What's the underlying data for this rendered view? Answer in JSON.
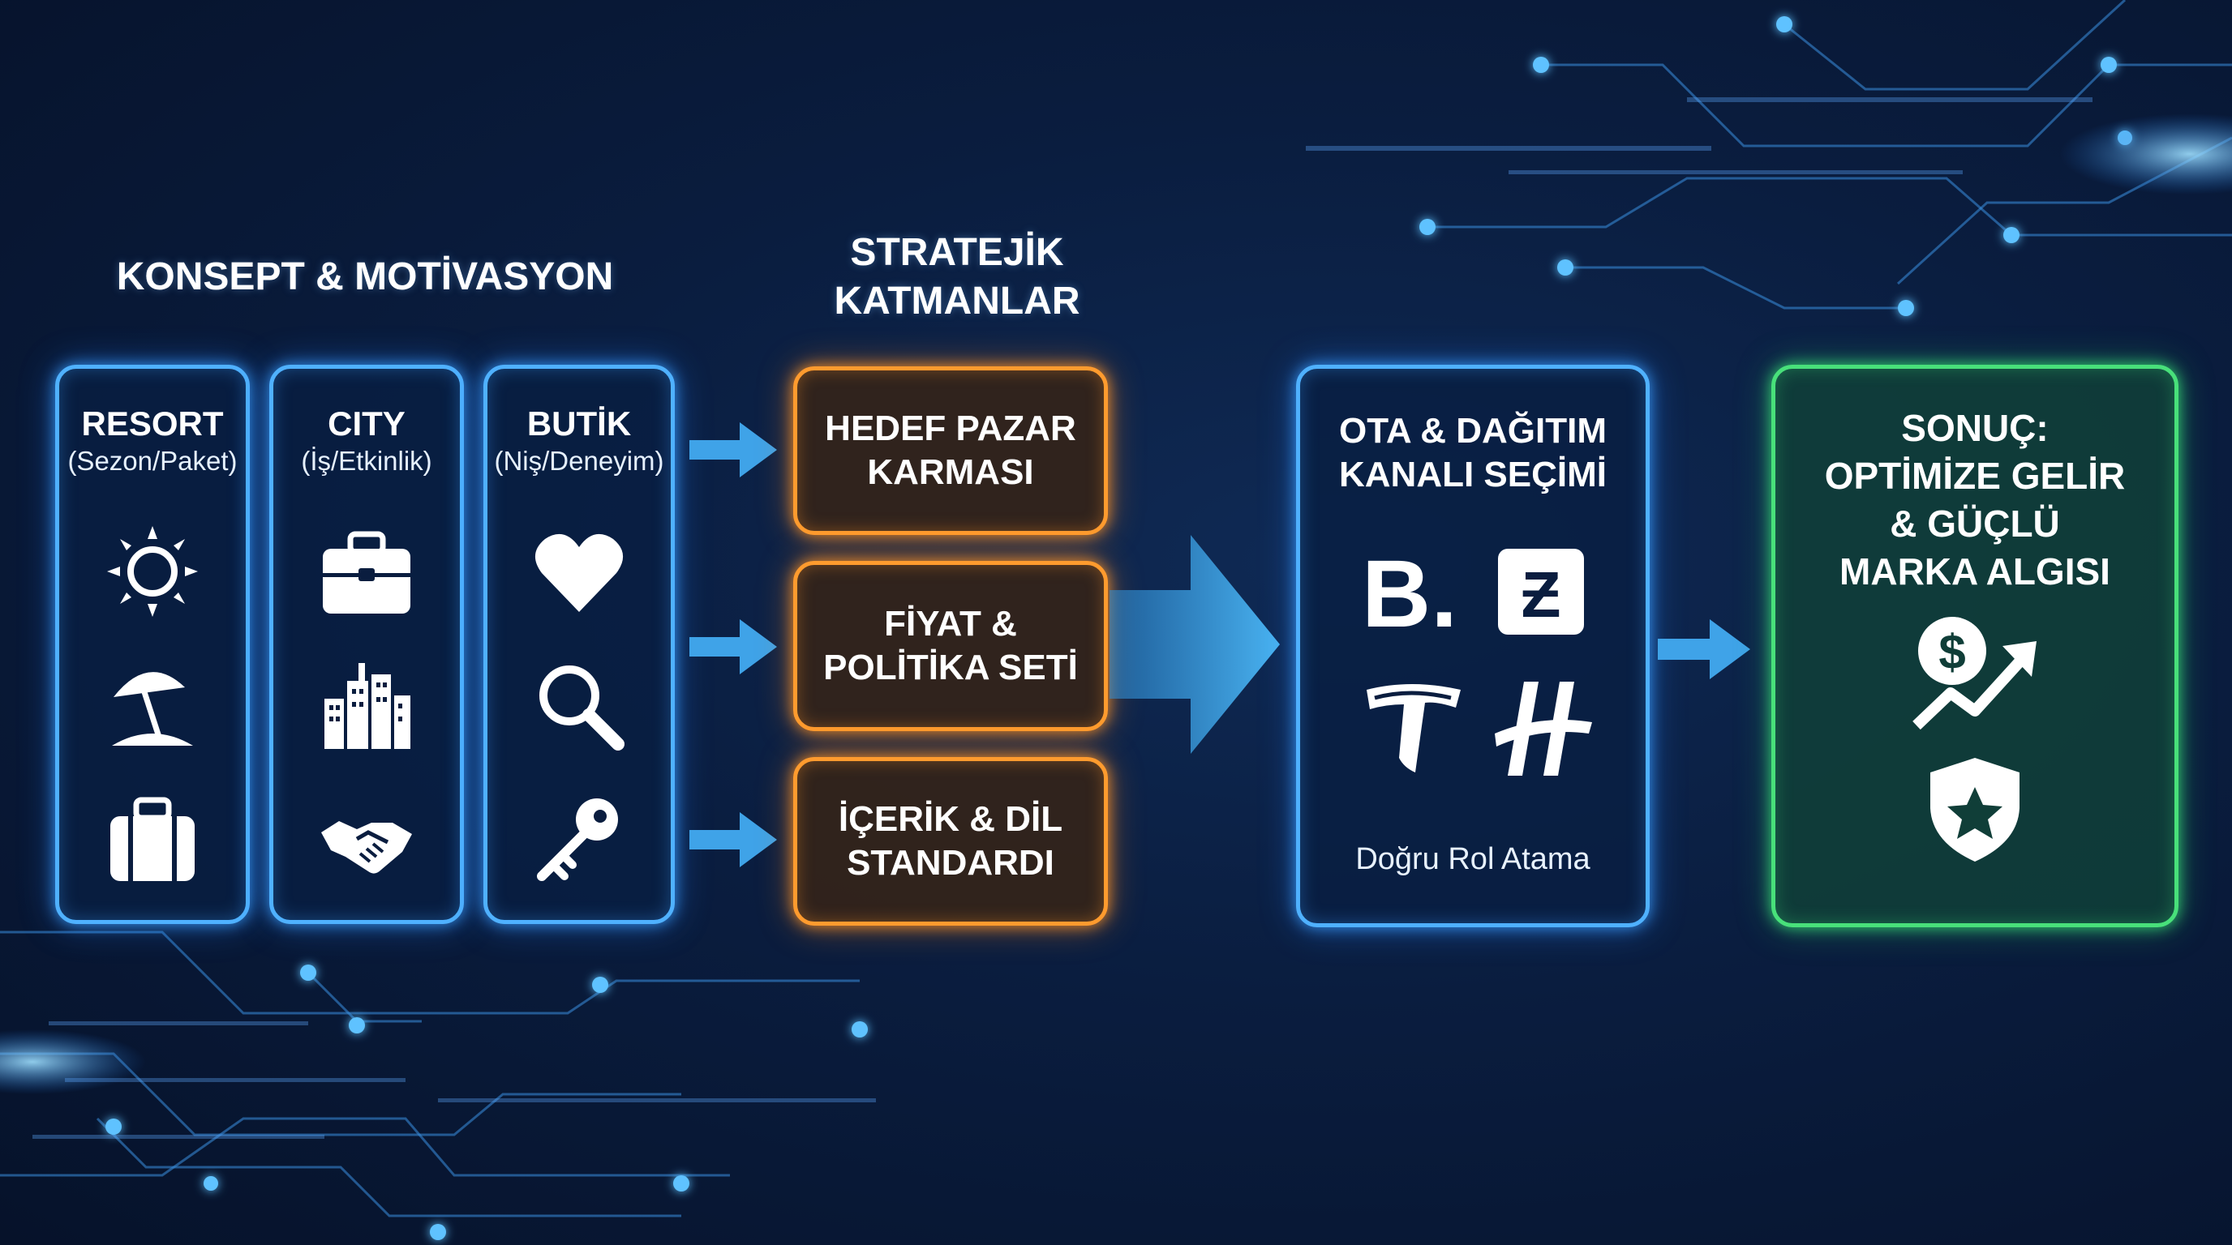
{
  "headings": {
    "concept": "KONSEPT & MOTİVASYON",
    "strategic": "STRATEJİK\nKATMANLAR"
  },
  "concept_columns": [
    {
      "title": "RESORT",
      "subtitle": "(Sezon/Paket)",
      "icons": [
        "sun-icon",
        "beach-umbrella-icon",
        "luggage-icon"
      ]
    },
    {
      "title": "CITY",
      "subtitle": "(İş/Etkinlik)",
      "icons": [
        "briefcase-icon",
        "city-buildings-icon",
        "handshake-icon"
      ]
    },
    {
      "title": "BUTİK",
      "subtitle": "(Niş/Deneyim)",
      "icons": [
        "heart-icon",
        "magnifier-icon",
        "key-icon"
      ]
    }
  ],
  "strategic_layers": [
    {
      "label": "HEDEF PAZAR\nKARMASI"
    },
    {
      "label": "FİYAT &\nPOLİTİKA SETİ"
    },
    {
      "label": "İÇERİK & DİL\nSTANDARDI"
    }
  ],
  "ota_box": {
    "title": "OTA & DAĞITIM\nKANALI SEÇİMİ",
    "logos": [
      "booking-b-logo",
      "e-square-logo",
      "t-logo",
      "h-logo"
    ],
    "caption": "Doğru Rol Atama"
  },
  "result_box": {
    "title": "SONUÇ:\nOPTİMİZE GELİR\n& GÜÇLÜ\nMARKA ALGISI",
    "icons": [
      "dollar-growth-icon",
      "shield-star-icon"
    ]
  },
  "colors": {
    "blue_glow": "#4fb1ff",
    "orange_glow": "#ff9b2e",
    "green_glow": "#48e07a",
    "arrow": "#3fa3e8"
  }
}
